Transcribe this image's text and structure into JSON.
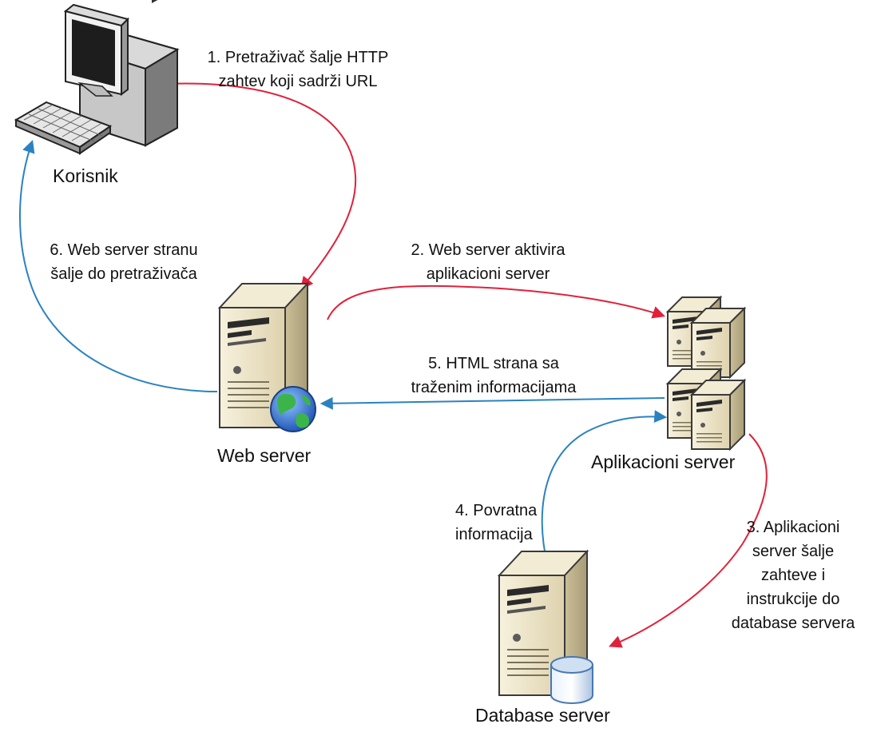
{
  "nodes": {
    "korisnik": "Korisnik",
    "web_server": "Web server",
    "app_server": "Aplikacioni server",
    "db_server": "Database server"
  },
  "steps": {
    "s1": [
      "1. Pretraživač šalje HTTP",
      "zahtev koji sadrži URL"
    ],
    "s2": [
      "2. Web server aktivira",
      "aplikacioni server"
    ],
    "s3": [
      "3. Aplikacioni",
      "server šalje",
      "zahteve i",
      "instrukcije do",
      "database servera"
    ],
    "s4": [
      "4. Povratna",
      "informacija"
    ],
    "s5": [
      "5. HTML strana sa",
      "traženim informacijama"
    ],
    "s6": [
      "6. Web server stranu",
      "šalje do pretraživača"
    ]
  },
  "colors": {
    "request_arrow": "#e0213a",
    "response_arrow": "#2c82c0",
    "server_body": "#ece3c9",
    "server_side": "#c9bd96",
    "outline": "#3a3a3a"
  },
  "icons": [
    "computer-icon",
    "web-server-icon",
    "globe-icon",
    "application-server-icon",
    "database-server-icon",
    "database-cylinder-icon"
  ]
}
